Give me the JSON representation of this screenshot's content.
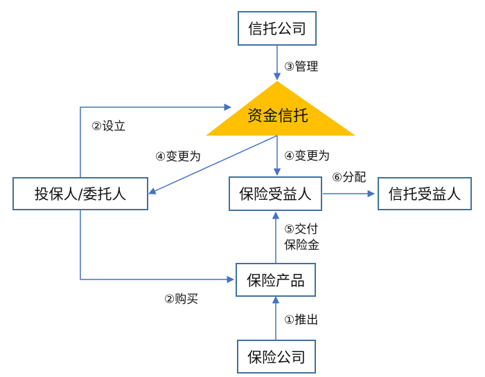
{
  "nodes": {
    "trust_company": "信托公司",
    "trust_fund": "资金信托",
    "policyholder": "投保人/委托人",
    "insurance_beneficiary": "保险受益人",
    "trust_beneficiary": "信托受益人",
    "insurance_product": "保险产品",
    "insurance_company": "保险公司"
  },
  "edges": {
    "manage": "③管理",
    "establish": "②设立",
    "change_left": "④变更为",
    "change_down": "④变更为",
    "distribute": "⑥分配",
    "pay_line1": "⑤交付",
    "pay_line2": "保险金",
    "purchase": "②购买",
    "launch": "①推出"
  },
  "colors": {
    "box_border": "#41719C",
    "arrow": "#4472C4",
    "triangle": "#FFC000"
  }
}
